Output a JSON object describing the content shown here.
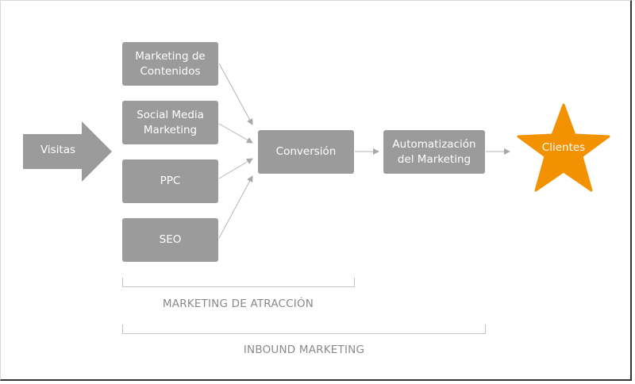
{
  "entry": {
    "label": "Visitas"
  },
  "channels": [
    {
      "label_line1": "Marketing de",
      "label_line2": "Contenidos"
    },
    {
      "label_line1": "Social Media",
      "label_line2": "Marketing"
    },
    {
      "label_line1": "PPC",
      "label_line2": ""
    },
    {
      "label_line1": "SEO",
      "label_line2": ""
    }
  ],
  "conversion": {
    "label": "Conversión"
  },
  "automation": {
    "label_line1": "Automatización",
    "label_line2": "del Marketing"
  },
  "result": {
    "label": "Clientes"
  },
  "groups": {
    "attraction": "MARKETING DE ATRACCIÓN",
    "inbound": "INBOUND MARKETING"
  },
  "colors": {
    "box": "#9b9b9b",
    "star": "#f39200",
    "line": "#b5b5b5"
  }
}
